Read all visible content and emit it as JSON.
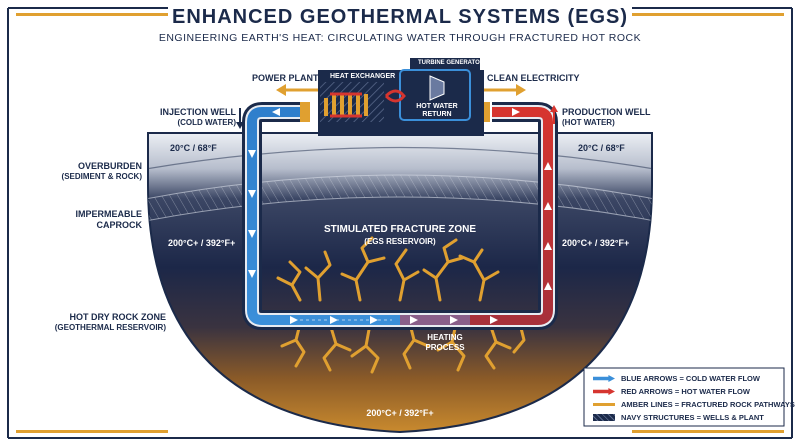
{
  "title": "ENHANCED GEOTHERMAL SYSTEMS (EGS)",
  "subtitle": "ENGINEERING EARTH'S HEAT: CIRCULATING WATER THROUGH FRACTURED HOT ROCK",
  "plant": {
    "power_plant": "POWER PLANT",
    "heat_exchanger": "HEAT EXCHANGER",
    "turbine_generator": "TURBINE GENERATOR",
    "hot_water_return": [
      "HOT WATER",
      "RETURN"
    ],
    "clean_electricity": "CLEAN ELECTRICITY"
  },
  "wells": {
    "injection": [
      "INJECTION WELL",
      "(COLD WATER)"
    ],
    "production": [
      "PRODUCTION WELL",
      "(HOT WATER)"
    ]
  },
  "temperatures": {
    "surface_left": "20°C / 68°F",
    "surface_right": "20°C / 68°F",
    "deep_left": "200°C+ / 392°F+",
    "deep_right": "200°C+ / 392°F+",
    "bottom": "200°C+ / 392°F+"
  },
  "layers": {
    "overburden": [
      "OVERBURDEN",
      "(SEDIMENT & ROCK)"
    ],
    "caprock": [
      "IMPERMEABLE",
      "CAPROCK"
    ],
    "hot_dry_rock": [
      "HOT DRY ROCK ZONE",
      "(GEOTHERMAL RESERVOIR)"
    ]
  },
  "reservoir": {
    "zone": "STIMULATED FRACTURE ZONE",
    "zone_sub": "(EGS RESERVOIR)",
    "heating": [
      "HEATING",
      "PROCESS"
    ]
  },
  "legend": [
    {
      "text": "BLUE ARROWS = COLD WATER FLOW",
      "color": "#3b8fd9",
      "kind": "arrow"
    },
    {
      "text": "RED ARROWS = HOT WATER FLOW",
      "color": "#d6352f",
      "kind": "arrow"
    },
    {
      "text": "AMBER LINES = FRACTURED ROCK PATHWAYS",
      "color": "#e0a030",
      "kind": "line"
    },
    {
      "text": "NAVY STRUCTURES = WELLS & PLANT",
      "color": "#1b2a4a",
      "kind": "hatch"
    }
  ],
  "colors": {
    "navy": "#1b2a4a",
    "cold": "#3b8fd9",
    "hot": "#d6352f",
    "amber": "#e0a030"
  }
}
